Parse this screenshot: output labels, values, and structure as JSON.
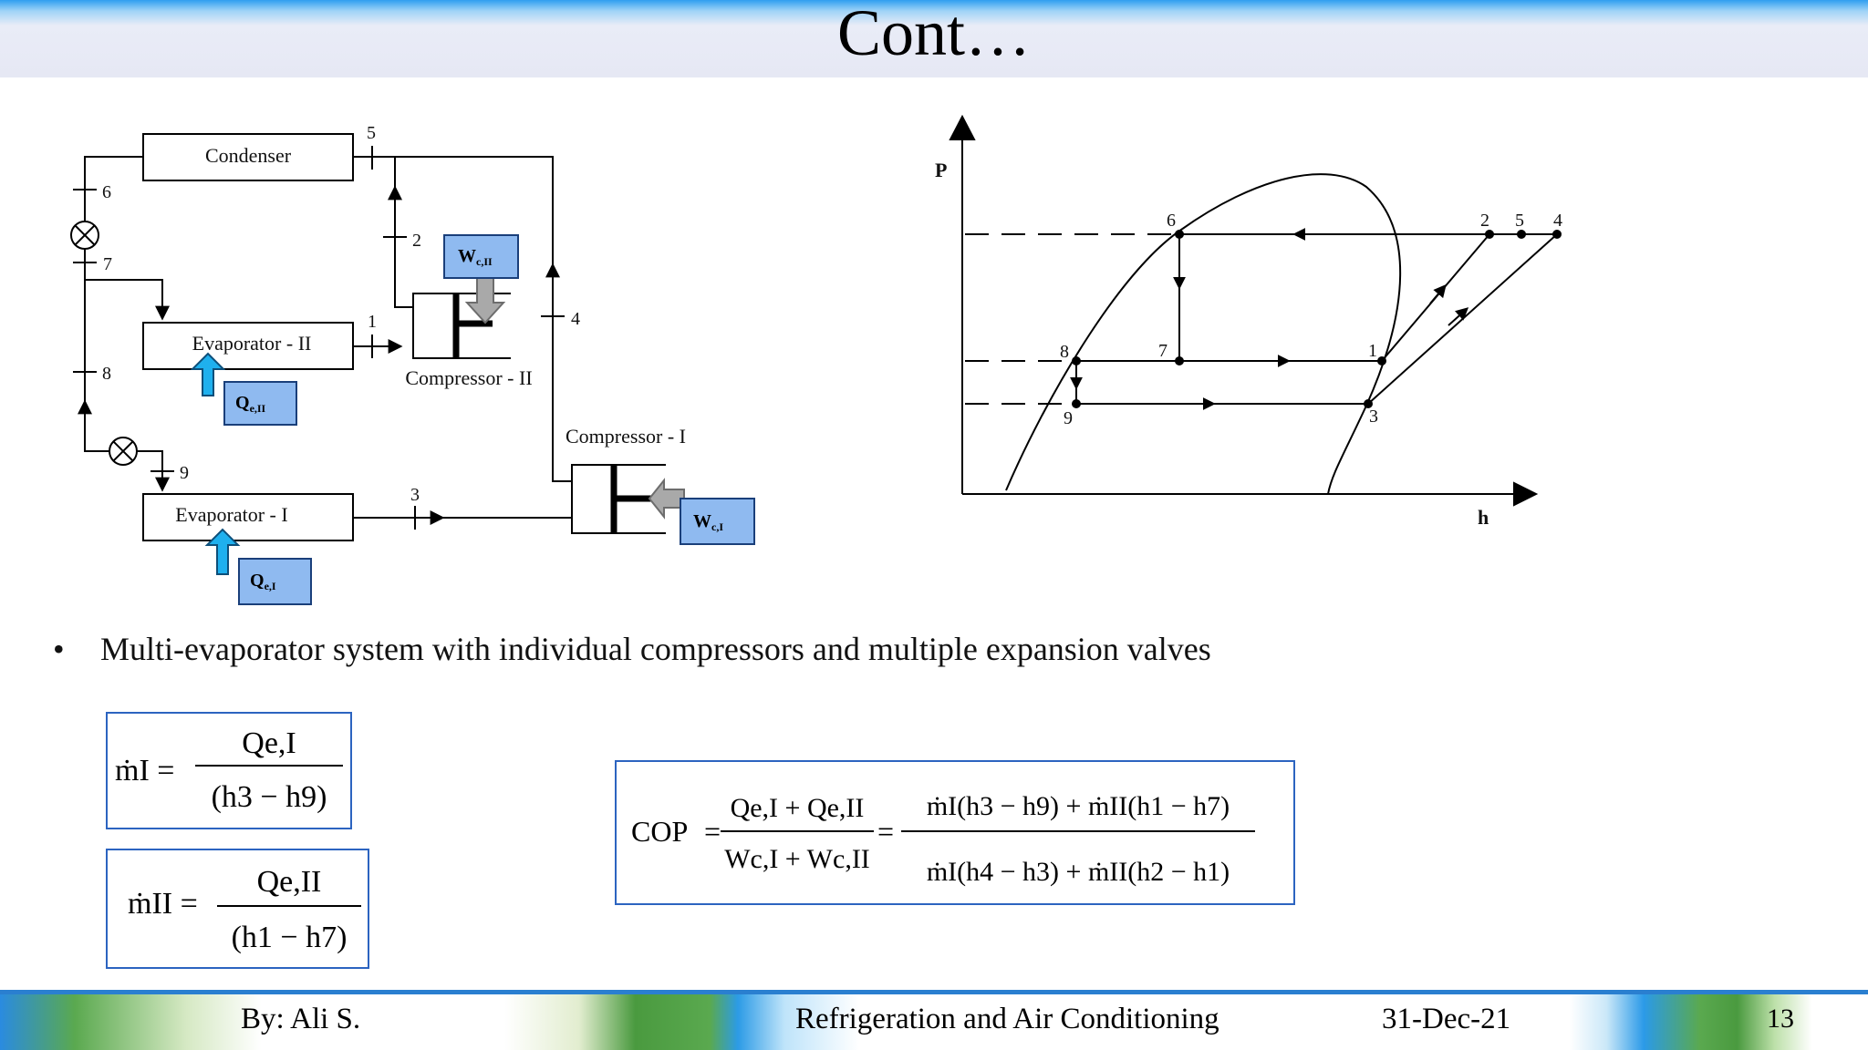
{
  "title": "Cont…",
  "schematic": {
    "condenser": "Condenser",
    "evaporator_2": "Evaporator - II",
    "evaporator_1": "Evaporator - I",
    "compressor_2": "Compressor - II",
    "compressor_1": "Compressor - I",
    "work_2": {
      "base": "W",
      "sub": "c,II"
    },
    "work_1": {
      "base": "W",
      "sub": "c,I"
    },
    "heat_2": {
      "base": "Q",
      "sub": "e,II"
    },
    "heat_1": {
      "base": "Q",
      "sub": "e,I"
    },
    "state_points": [
      "1",
      "2",
      "3",
      "4",
      "5",
      "6",
      "7",
      "8",
      "9"
    ]
  },
  "ph_diagram": {
    "y_axis_label": "P",
    "x_axis_label": "h",
    "point_labels": [
      "1",
      "2",
      "3",
      "4",
      "5",
      "6",
      "7",
      "8",
      "9"
    ]
  },
  "bullet": "Multi-evaporator system with individual compressors and multiple expansion valves",
  "equations": {
    "m1_lhs": "ṁI =",
    "m1_num": "Qe,I",
    "m1_den": "(h3 − h9)",
    "m2_lhs": "ṁII =",
    "m2_num": "Qe,II",
    "m2_den": "(h1 − h7)",
    "cop_lhs": "COP",
    "cop_frac1_num": "Qe,I + Qe,II",
    "cop_frac1_den": "Wc,I + Wc,II",
    "cop_frac2_num": "ṁI(h3 − h9) + ṁII(h1 − h7)",
    "cop_frac2_den": "ṁI(h4 − h3) + ṁII(h2 − h1)"
  },
  "footer": {
    "author": "By: Ali S.",
    "course": "Refrigeration and Air Conditioning",
    "date": "31-Dec-21",
    "page": "13"
  },
  "colors": {
    "label_box_fill": "#8fbaf0",
    "heat_arrow": "#1fb0ee",
    "equation_border": "#2c64c0"
  }
}
